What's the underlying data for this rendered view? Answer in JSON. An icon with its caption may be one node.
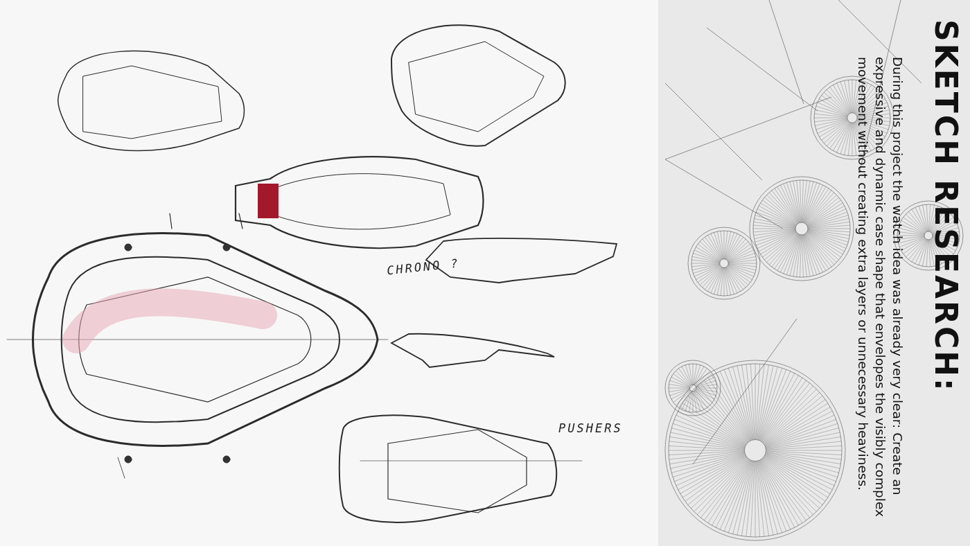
{
  "diagram": {
    "title": "SKETCH RESEARCH:",
    "labels": [
      "During this project the watch idea was already very clear: Create an expressive and dynamic case shape that envelopes the visibly complex movement without creating extra layers or unnecessary heaviness.",
      "CHRONO ?",
      "PUSHERS"
    ]
  }
}
